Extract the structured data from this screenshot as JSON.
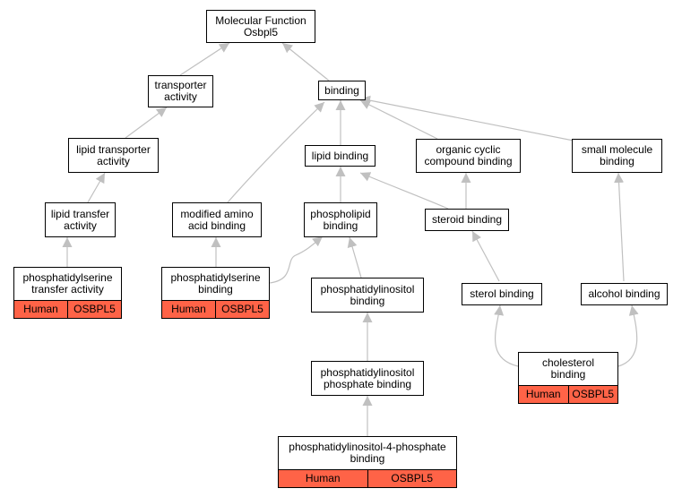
{
  "nodes": {
    "root": "Molecular Function\nOsbpl5",
    "transporter_activity": "transporter\nactivity",
    "binding": "binding",
    "lipid_transporter_activity": "lipid transporter\nactivity",
    "lipid_binding": "lipid binding",
    "organic_cyclic_compound_binding": "organic cyclic\ncompound binding",
    "small_molecule_binding": "small molecule\nbinding",
    "lipid_transfer_activity": "lipid transfer\nactivity",
    "modified_amino_acid_binding": "modified amino\nacid binding",
    "phospholipid_binding": "phospholipid\nbinding",
    "steroid_binding": "steroid binding",
    "phosphatidylserine_transfer_activity": "phosphatidylserine\ntransfer activity",
    "phosphatidylserine_binding": "phosphatidylserine\nbinding",
    "phosphatidylinositol_binding": "phosphatidylinositol\nbinding",
    "sterol_binding": "sterol binding",
    "alcohol_binding": "alcohol binding",
    "cholesterol_binding": "cholesterol\nbinding",
    "phosphatidylinositol_phosphate_binding": "phosphatidylinositol\nphosphate binding",
    "phosphatidylinositol_4_phosphate_binding": "phosphatidylinositol-4-phosphate\nbinding"
  },
  "annotation": {
    "species": "Human",
    "gene": "OSBPL5",
    "color": "#ff6347"
  },
  "edge_color": "#c0c0c0"
}
